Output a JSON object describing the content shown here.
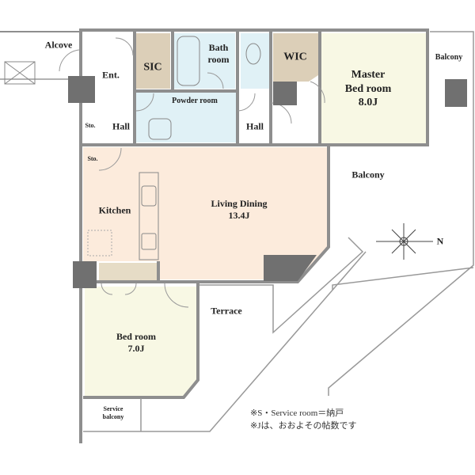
{
  "rooms": {
    "alcove": "Alcove",
    "entrance": "Ent.",
    "sic": "SIC",
    "bathroom": [
      "Bath",
      "room"
    ],
    "wic": "WIC",
    "master_bedroom": {
      "name": [
        "Master",
        "Bed room"
      ],
      "size": "8.0J"
    },
    "balcony_right": "Balcony",
    "powder_room": "Powder room",
    "hall_left": "Hall",
    "hall_right": "Hall",
    "storage_1": "Sto.",
    "storage_2": "Sto.",
    "kitchen": "Kitchen",
    "living_dining": {
      "name": "Living Dining",
      "size": "13.4J"
    },
    "balcony": "Balcony",
    "terrace": "Terrace",
    "bedroom": {
      "name": "Bed room",
      "size": "7.0J"
    },
    "service_balcony": [
      "Service",
      "balcony"
    ]
  },
  "compass": {
    "north_label": "N"
  },
  "notes": [
    "※S・Service room＝納戸",
    "※Jは、おおよその帖数です"
  ],
  "colors": {
    "wall": "#8e8e8e",
    "pillar": "#707070",
    "storage": "#dccfb8",
    "wet": "#e0f1f6",
    "living": "#fcebdc",
    "bedroom": "#f8f8e4"
  }
}
